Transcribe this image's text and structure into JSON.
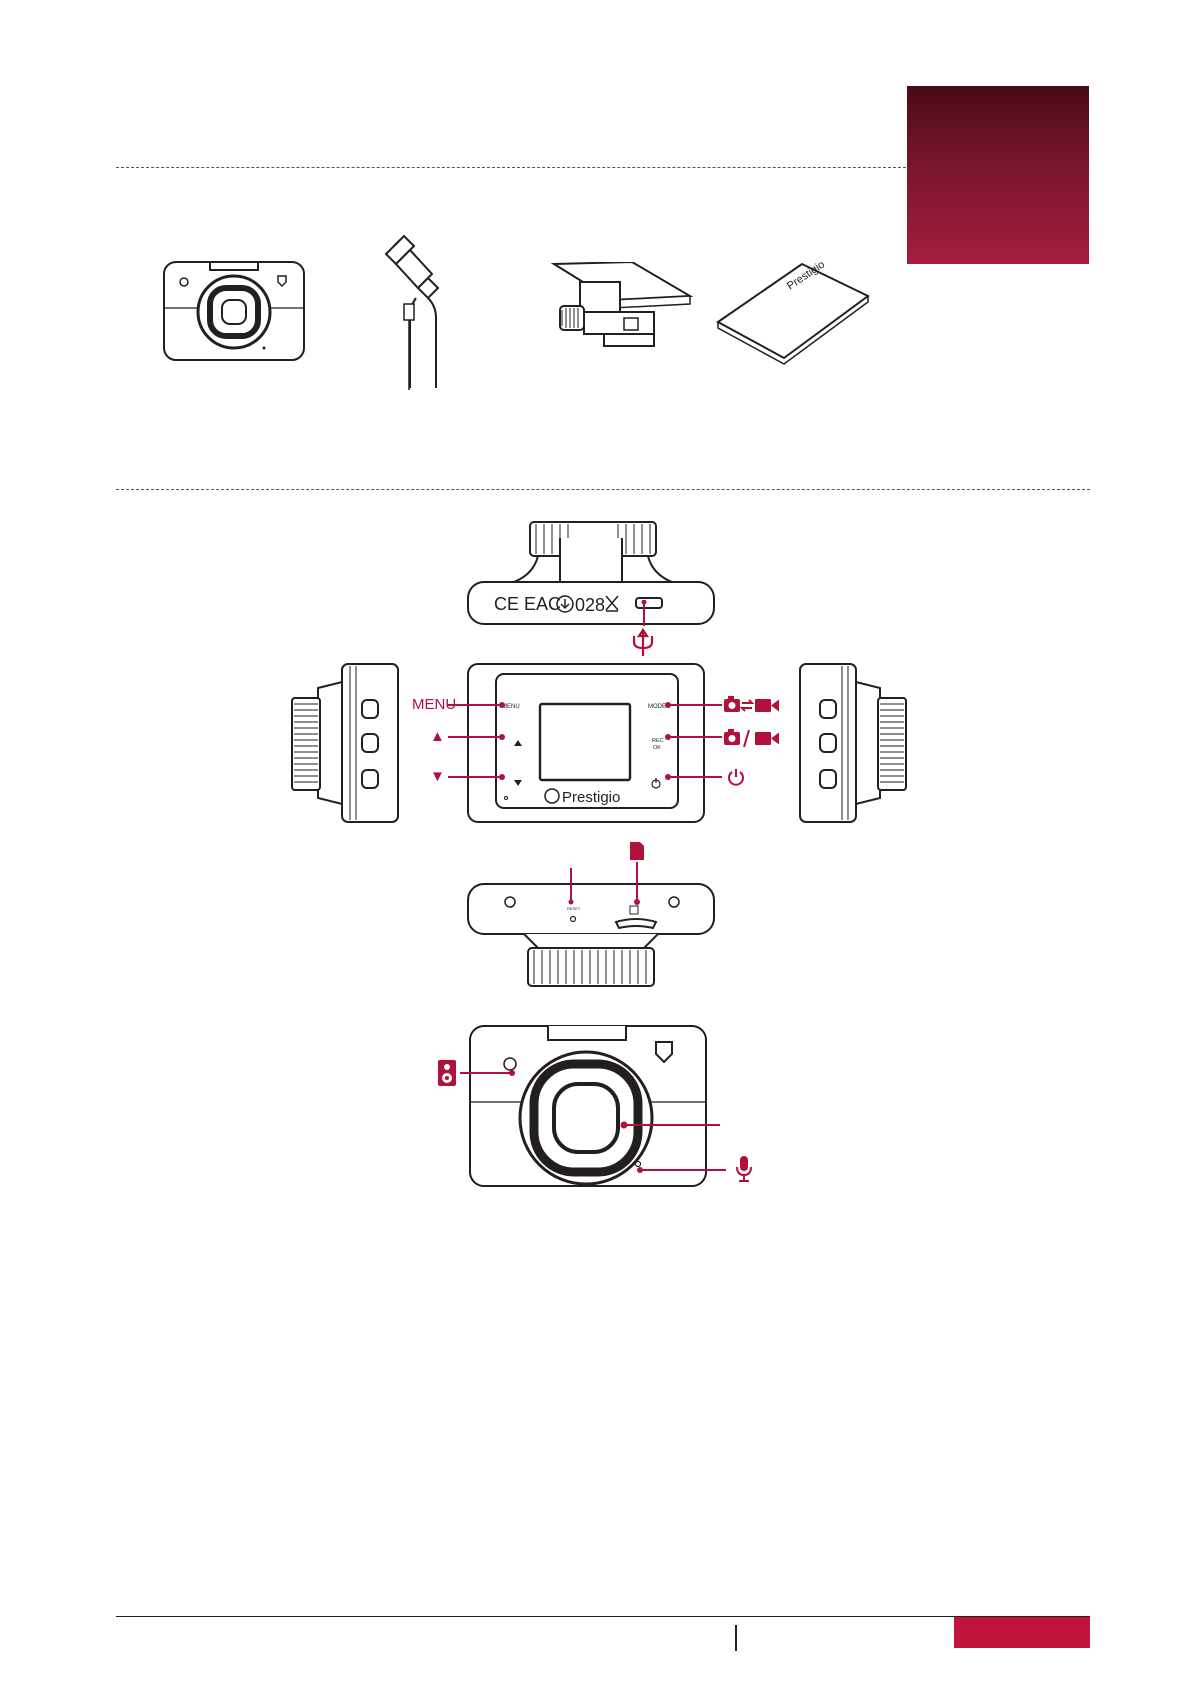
{
  "labels": {
    "menu": "MENU",
    "up_arrow": "▲",
    "down_arrow": "▼",
    "device_menu": "MENU",
    "device_mode": "MODE",
    "device_rec": "REC",
    "device_ok": "OK",
    "device_reset": "RESET",
    "brand": "Prestigio",
    "cert_marks": "CE EAC",
    "cert_code": "028"
  },
  "colors": {
    "accent": "#b0123a",
    "tab_top": "#4a0a17",
    "tab_bottom": "#a51d3d",
    "badge": "#c0143c",
    "line": "#231f20"
  },
  "icons": [
    "usb-icon",
    "camera-video-switch-icon",
    "camera-video-record-icon",
    "power-icon",
    "microsd-card-icon",
    "speaker-icon",
    "microphone-icon"
  ]
}
